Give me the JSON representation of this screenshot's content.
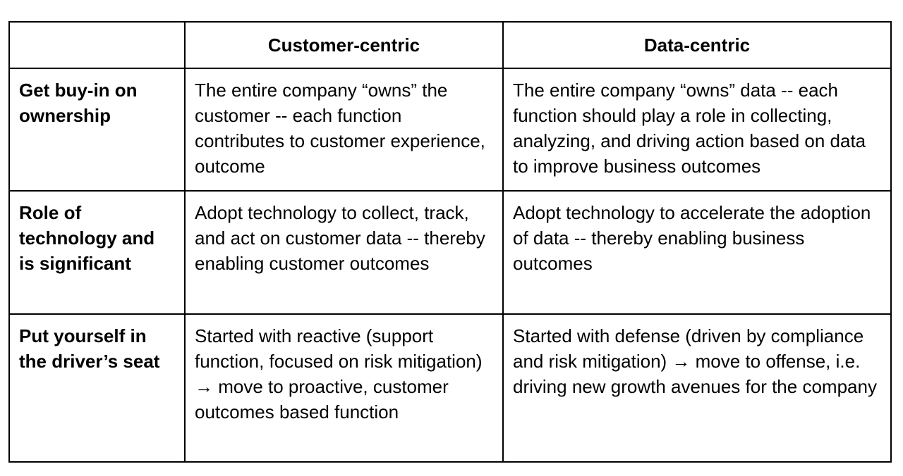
{
  "table": {
    "corner": "",
    "columns": [
      "Customer-centric",
      "Data-centric"
    ],
    "rows": [
      {
        "label": "Get buy-in on ownership",
        "customer_centric": "The entire company “owns” the customer -- each function contributes to customer experience, outcome",
        "data_centric": "The entire company “owns” data -- each function should play a role in collecting, analyzing, and driving action based on data to improve business outcomes"
      },
      {
        "label": "Role of technology and is significant",
        "customer_centric": "Adopt technology to collect, track, and act on customer data -- thereby enabling customer outcomes",
        "data_centric": "Adopt technology to accelerate the adoption of data -- thereby enabling business outcomes"
      },
      {
        "label": "Put yourself in the driver’s seat",
        "customer_centric": "Started with reactive (support function, focused on risk mitigation) → move to proactive, customer outcomes based function",
        "data_centric": "Started with defense (driven by compliance and risk mitigation) → move to offense, i.e. driving new growth avenues for the company"
      }
    ]
  }
}
